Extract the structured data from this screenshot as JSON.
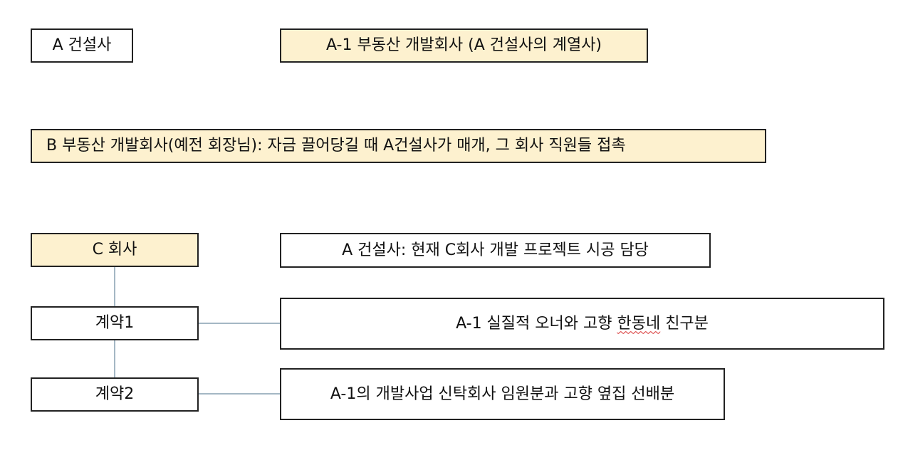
{
  "colors": {
    "highlight_fill": "#fdf1cf",
    "border": "#222222",
    "connector": "#4a6f8a",
    "spellcheck_underline": "#d62828"
  },
  "nodes": {
    "a_company": {
      "label": "A 건설사"
    },
    "a1_company": {
      "label": "A-1 부동산 개발회사 (A 건설사의 계열사)"
    },
    "b_company": {
      "label": "B 부동산 개발회사(예전 회장님): 자금 끌어당길 때 A건설사가 매개, 그 회사 직원들 접촉"
    },
    "c_company": {
      "label": "C 회사"
    },
    "a_role": {
      "label": "A 건설사: 현재 C회사 개발 프로젝트 시공 담당"
    },
    "contract1": {
      "label": "계약1"
    },
    "contract1_note": {
      "before": "A-1 실질적 오너와 고향 ",
      "underlined": "한동네",
      "after": " 친구분"
    },
    "contract2": {
      "label": "계약2"
    },
    "contract2_note": {
      "label": "A-1의 개발사업 신탁회사 임원분과 고향 옆집 선배분"
    }
  }
}
